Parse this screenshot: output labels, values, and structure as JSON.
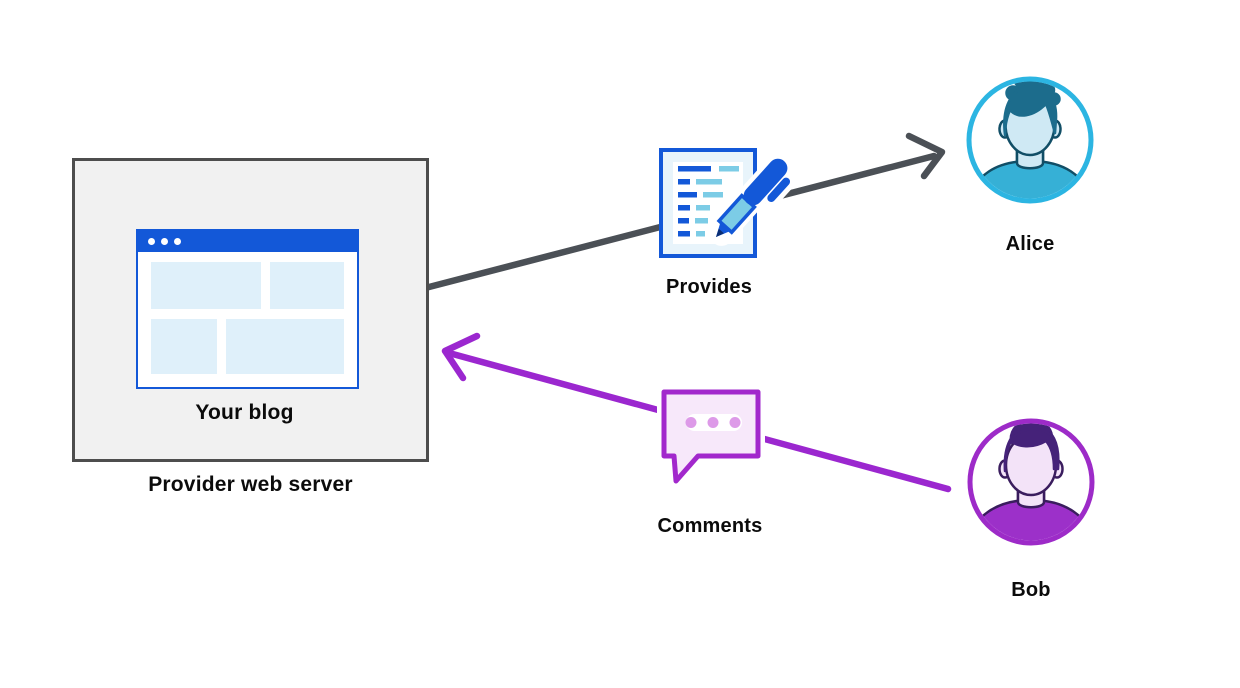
{
  "diagram": {
    "title_context": "Blog provider interaction diagram",
    "provider": {
      "label": "Provider web server",
      "blog_label": "Your blog"
    },
    "actors": [
      {
        "id": "alice",
        "label": "Alice"
      },
      {
        "id": "bob",
        "label": "Bob"
      }
    ],
    "edges": [
      {
        "from": "provider-web-server",
        "to": "alice",
        "action_label": "Provides",
        "color": "#4b5056",
        "icon": "document-pen-icon"
      },
      {
        "from": "bob",
        "to": "provider-web-server",
        "action_label": "Comments",
        "color": "#9b27cf",
        "icon": "speech-bubble-icon"
      }
    ],
    "icons": {
      "window_controls": "three-dots",
      "provides": "document-with-pen",
      "comments": "speech-bubble-with-dots",
      "alice": "female-avatar",
      "bob": "male-avatar"
    },
    "colors": {
      "blue": "#1358d8",
      "pale_blue": "#dff0fa",
      "doc_fill": "#e8f4fb",
      "light_dash": "#7ccce6",
      "box_bg": "#f1f1f1",
      "box_border": "#4d4d4d",
      "gray_arrow": "#4b5056",
      "purple": "#9b27cf",
      "bubble_border": "#a228cc",
      "bubble_fill": "#f7e8fa",
      "bubble_dots": "#dd9ae8",
      "alice_ring": "#2cb5e2",
      "alice_shirt": "#36b0d6",
      "alice_skin": "#cfe9f4",
      "alice_hair": "#1c6c8c",
      "bob_ring": "#9d2bc8",
      "bob_shirt": "#9c30c9",
      "bob_skin": "#f3e3f8",
      "bob_hair": "#452279"
    }
  },
  "labels": {
    "provider_box": "Provider web server",
    "blog": "Your blog",
    "provides": "Provides",
    "comments": "Comments",
    "alice": "Alice",
    "bob": "Bob"
  }
}
